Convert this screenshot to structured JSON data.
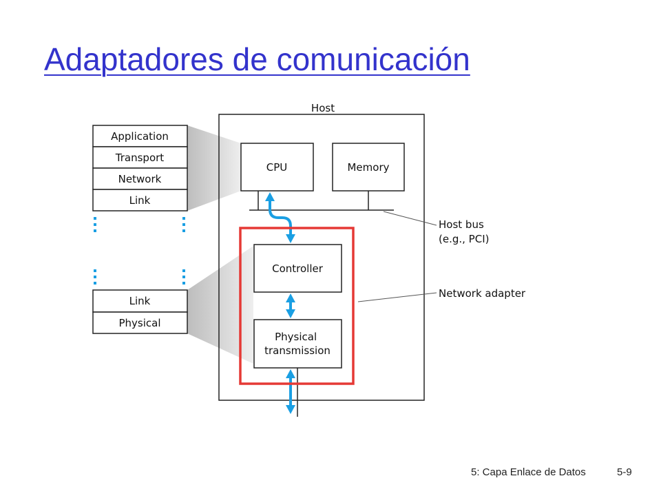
{
  "slide": {
    "title": "Adaptadores de comunicación",
    "footer_chapter": "5: Capa Enlace de Datos",
    "footer_page": "5-9"
  },
  "diagram": {
    "host_label": "Host",
    "cpu_label": "CPU",
    "memory_label": "Memory",
    "controller_label": "Controller",
    "physical_transmission_label": [
      "Physical",
      "transmission"
    ],
    "host_bus_label": [
      "Host bus",
      "(e.g., PCI)"
    ],
    "network_adapter_label": "Network adapter",
    "stack_upper": [
      "Application",
      "Transport",
      "Network",
      "Link"
    ],
    "stack_lower": [
      "Link",
      "Physical"
    ]
  },
  "colors": {
    "title": "#3333cc",
    "arrow": "#1a9fe3",
    "highlight_box": "#e53935",
    "projection_shade": "#c8c8c8"
  }
}
